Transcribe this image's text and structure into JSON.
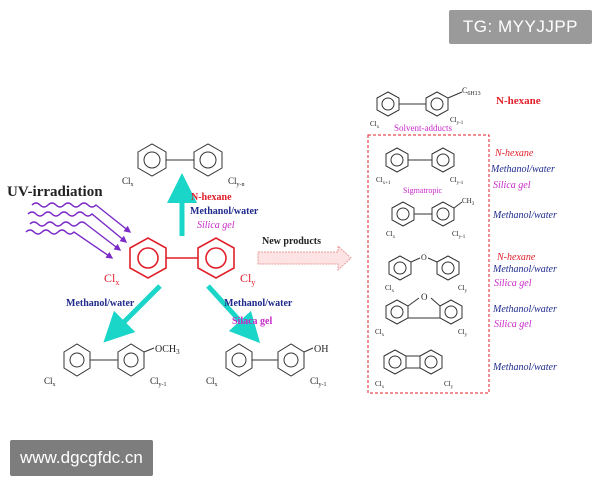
{
  "watermarks": {
    "top_right": "TG: MYYJJPP",
    "bottom_left": "www.dgcgfdc.cn"
  },
  "colors": {
    "red": "#e01f2a",
    "blue": "#1f2a8c",
    "magenta": "#c828c8",
    "teal": "#19d6c8",
    "purple": "#7a2bc8",
    "black": "#222222"
  },
  "uv": {
    "label": "UV-irradiation"
  },
  "center": {
    "cl_left": "Cl",
    "cl_left_sub": "x",
    "cl_right": "Cl",
    "cl_right_sub": "y"
  },
  "top_product": {
    "cl_left": "Cl",
    "cl_left_sub": "x",
    "cl_right": "Cl",
    "cl_right_sub": "y-n",
    "cond1": "N-hexane",
    "cond2": "Methanol/water",
    "cond3": "Silica gel"
  },
  "left_product": {
    "cond": "Methanol/water",
    "cl_left": "Cl",
    "cl_left_sub": "x",
    "substituent": "OCH",
    "substituent_sub": "3",
    "cl_right": "Cl",
    "cl_right_sub": "y-1"
  },
  "right_product": {
    "cond1": "Methanol/water",
    "cond2": "Silaca gel",
    "cl_left": "Cl",
    "cl_left_sub": "x",
    "substituent": "OH",
    "cl_right": "Cl",
    "cl_right_sub": "y-1"
  },
  "new_products": {
    "label": "New products"
  },
  "solvent_adduct": {
    "label": "Solvent-adducts",
    "substituent": "C",
    "substituent_sub": "6H13",
    "cl_left": "Cl",
    "cl_left_sub": "x",
    "cl_right": "Cl",
    "cl_right_sub": "y-1",
    "cond": "N-hexane"
  },
  "box_rows": [
    {
      "cl_left": "Cl",
      "cl_left_sub": "x+1",
      "cl_right": "Cl",
      "cl_right_sub": "y-1",
      "caption": "Sigmatropic",
      "conds": [
        "N-hexane",
        "Methanol/water",
        "Silica gel"
      ]
    },
    {
      "cl_left": "Cl",
      "cl_left_sub": "x",
      "cl_right": "Cl",
      "cl_right_sub": "y-1",
      "substituent": "CH",
      "substituent_sub": "3",
      "conds": [
        "Methanol/water"
      ]
    },
    {
      "cl_left": "Cl",
      "cl_left_sub": "x",
      "cl_right": "Cl",
      "cl_right_sub": "y",
      "bridge": "O",
      "conds": [
        "N-hexane",
        "Methanol/water",
        "Silica gel"
      ]
    },
    {
      "cl_left": "Cl",
      "cl_left_sub": "x",
      "cl_right": "Cl",
      "cl_right_sub": "y",
      "bridge": "O",
      "conds": [
        "Methanol/water",
        "Silica gel"
      ]
    },
    {
      "cl_left": "Cl",
      "cl_left_sub": "x",
      "cl_right": "Cl",
      "cl_right_sub": "y",
      "conds": [
        "Methanol/water"
      ]
    }
  ]
}
